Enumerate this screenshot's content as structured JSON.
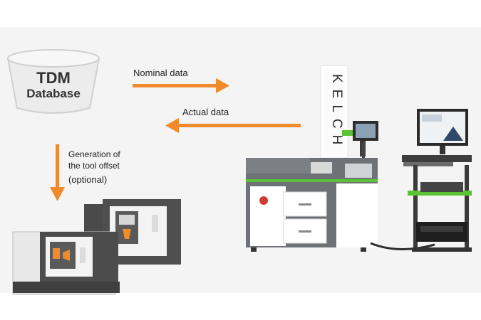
{
  "database": {
    "line1": "TDM",
    "line2": "Database"
  },
  "arrows": {
    "nominal": "Nominal data",
    "actual": "Actual data",
    "generation_line1": "Generation of",
    "generation_line2": "the tool offset",
    "optional": "(optional)"
  },
  "device": {
    "brand": "KELCH"
  },
  "colors": {
    "accent": "#f08a2b",
    "green": "#5bc236",
    "panel": "#f4f4f4",
    "machine_gray": "#6e7276"
  }
}
